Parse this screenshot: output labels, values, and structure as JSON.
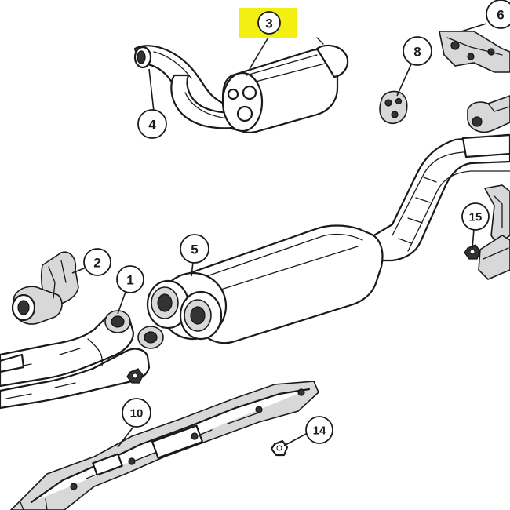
{
  "highlight_color": "#f3ef13",
  "callouts": {
    "c1": "1",
    "c2": "2",
    "c3": "3",
    "c4": "4",
    "c5": "5",
    "c6": "6",
    "c8": "8",
    "c10": "10",
    "c14": "14",
    "c15": "15"
  }
}
